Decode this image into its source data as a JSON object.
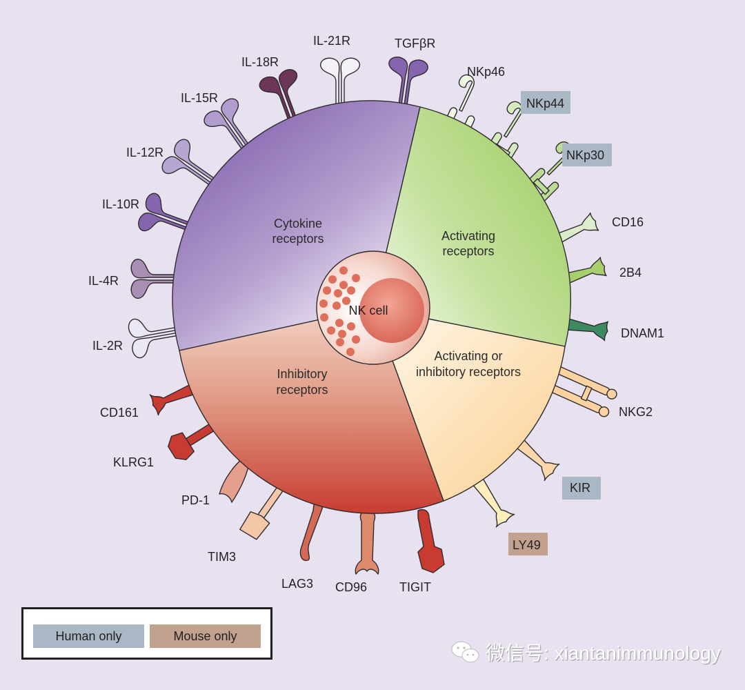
{
  "diagram": {
    "center_label": "NK cell",
    "sectors": [
      {
        "id": "cytokine",
        "label_lines": [
          "Cytokine",
          "receptors"
        ],
        "color_dark": "#8a6bb2",
        "color_light": "#ede6f5"
      },
      {
        "id": "activating",
        "label_lines": [
          "Activating",
          "receptors"
        ],
        "color_dark": "#a6d06b",
        "color_light": "#eef7e2"
      },
      {
        "id": "activating-or-inhibitory",
        "label_lines": [
          "Activating or",
          "inhibitory receptors"
        ],
        "color_dark": "#fbd39a",
        "color_light": "#fff5e6"
      },
      {
        "id": "inhibitory",
        "label_lines": [
          "Inhibitory",
          "receptors"
        ],
        "color_dark": "#c9443a",
        "color_light": "#f2cfc0"
      }
    ],
    "receptors": {
      "cytokine": [
        {
          "name": "IL-2R",
          "species": "both"
        },
        {
          "name": "IL-4R",
          "species": "both"
        },
        {
          "name": "IL-10R",
          "species": "both"
        },
        {
          "name": "IL-12R",
          "species": "both"
        },
        {
          "name": "IL-15R",
          "species": "both"
        },
        {
          "name": "IL-18R",
          "species": "both"
        },
        {
          "name": "IL-21R",
          "species": "both"
        },
        {
          "name": "TGFβR",
          "species": "both"
        }
      ],
      "activating": [
        {
          "name": "NKp46",
          "species": "both"
        },
        {
          "name": "NKp44",
          "species": "human"
        },
        {
          "name": "NKp30",
          "species": "human"
        },
        {
          "name": "CD16",
          "species": "both"
        },
        {
          "name": "2B4",
          "species": "both"
        },
        {
          "name": "DNAM1",
          "species": "both"
        }
      ],
      "activating_or_inhibitory": [
        {
          "name": "NKG2",
          "species": "both"
        },
        {
          "name": "KIR",
          "species": "human"
        },
        {
          "name": "LY49",
          "species": "mouse"
        }
      ],
      "inhibitory": [
        {
          "name": "CD161",
          "species": "both"
        },
        {
          "name": "KLRG1",
          "species": "both"
        },
        {
          "name": "PD-1",
          "species": "both"
        },
        {
          "name": "TIM3",
          "species": "both"
        },
        {
          "name": "LAG3",
          "species": "both"
        },
        {
          "name": "CD96",
          "species": "both"
        },
        {
          "name": "TIGIT",
          "species": "both"
        }
      ]
    }
  },
  "legend": {
    "human_only": {
      "label": "Human only",
      "color": "#aab8c6"
    },
    "mouse_only": {
      "label": "Mouse only",
      "color": "#c0a28e"
    }
  },
  "watermark": {
    "icon": "wechat-icon",
    "text": "微信号: xiantanimmunology"
  }
}
